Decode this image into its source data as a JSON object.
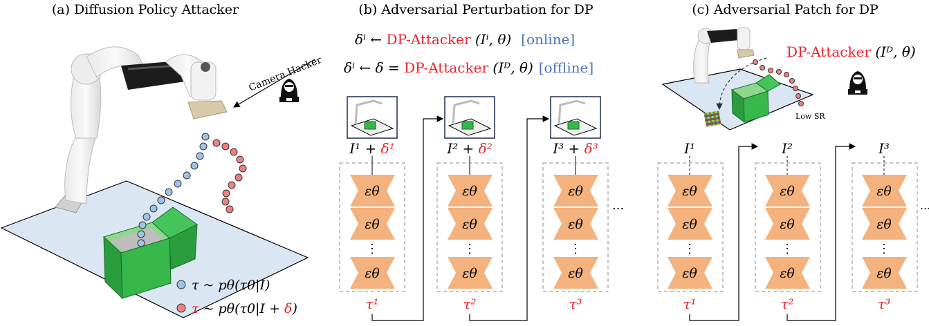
{
  "panels": {
    "a_title": "(a) Diffusion Policy Attacker",
    "b_title": "(b) Adversarial Perturbation for DP",
    "c_title": "(c) Adversarial Patch for DP"
  },
  "panel_a": {
    "camera_hacker": "Camera Hacker",
    "legend_clean": "τ ~ pθ(τ0|I)",
    "legend_attacked_tau": "τ",
    "legend_attacked_mid": " ~ pθ(τ0|I + ",
    "legend_attacked_delta": "δ",
    "legend_attacked_end": ")"
  },
  "panel_b": {
    "online_lhs": "δⁱ ← ",
    "online_attacker": "DP-Attacker",
    "online_args": " (Iⁱ, θ)",
    "online_tag": "[online]",
    "offline_lhs": "δⁱ ← δ = ",
    "offline_attacker": "DP-Attacker",
    "offline_args": " (Iᴰ, θ)",
    "offline_tag": "[offline]",
    "columns": [
      {
        "input": "I¹ + ",
        "delta": "δ¹",
        "tau": "τ¹"
      },
      {
        "input": "I² + ",
        "delta": "δ²",
        "tau": "τ²"
      },
      {
        "input": "I³ + ",
        "delta": "δ³",
        "tau": "τ³"
      }
    ],
    "ellipsis": "..."
  },
  "panel_c": {
    "attacker": "DP-Attacker",
    "attacker_args": " (Iᴰ, θ)",
    "low_sr": "Low SR",
    "columns": [
      {
        "input": "I¹",
        "tau": "τ¹"
      },
      {
        "input": "I²",
        "tau": "τ²"
      },
      {
        "input": "I³",
        "tau": "τ³"
      }
    ],
    "ellipsis": "..."
  },
  "network": {
    "layer_label": "εθ",
    "dots": "⋮"
  },
  "colors": {
    "attack_red": "#e8242b",
    "tag_blue": "#4a73b8",
    "orange_block": "#f3b27e",
    "floor_blue": "#dbe6f3",
    "box_green": "#2fb34a",
    "clean_dot": "#9ec3e6",
    "attack_dot": "#f08080"
  }
}
